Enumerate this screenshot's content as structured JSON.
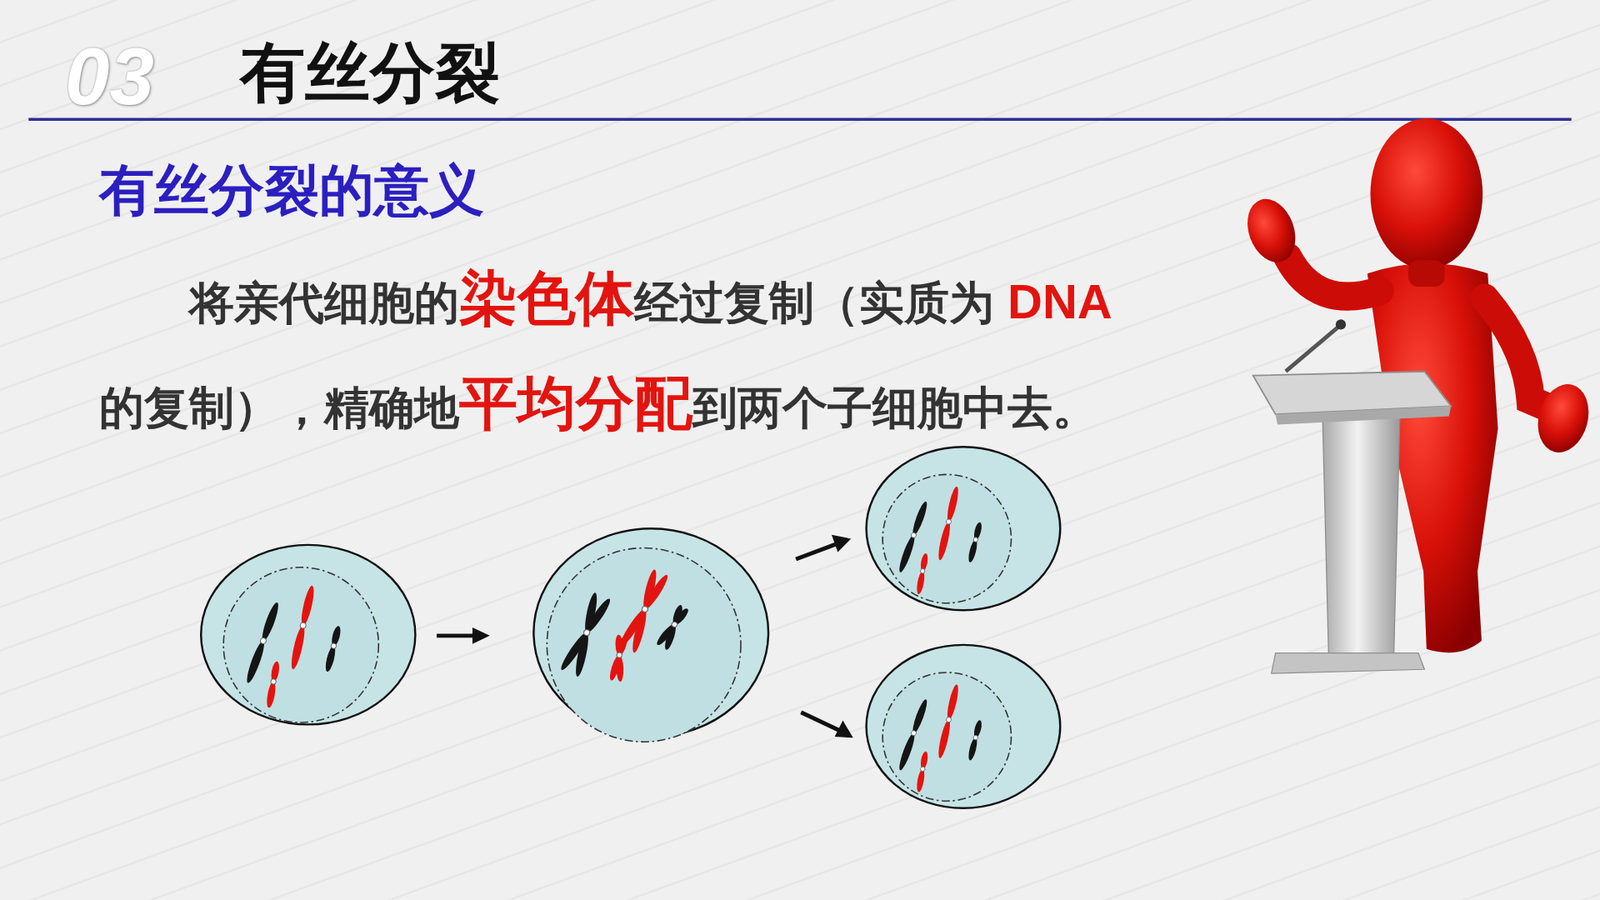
{
  "diagram": {
    "title": "有丝分裂",
    "labels": [
      "03",
      "有丝分裂的意义",
      "将亲代细胞的",
      "染色体",
      "经过复制（实质为",
      "DNA",
      "的复制），精确地",
      "平均分配",
      "到两个子细胞中去。"
    ]
  }
}
